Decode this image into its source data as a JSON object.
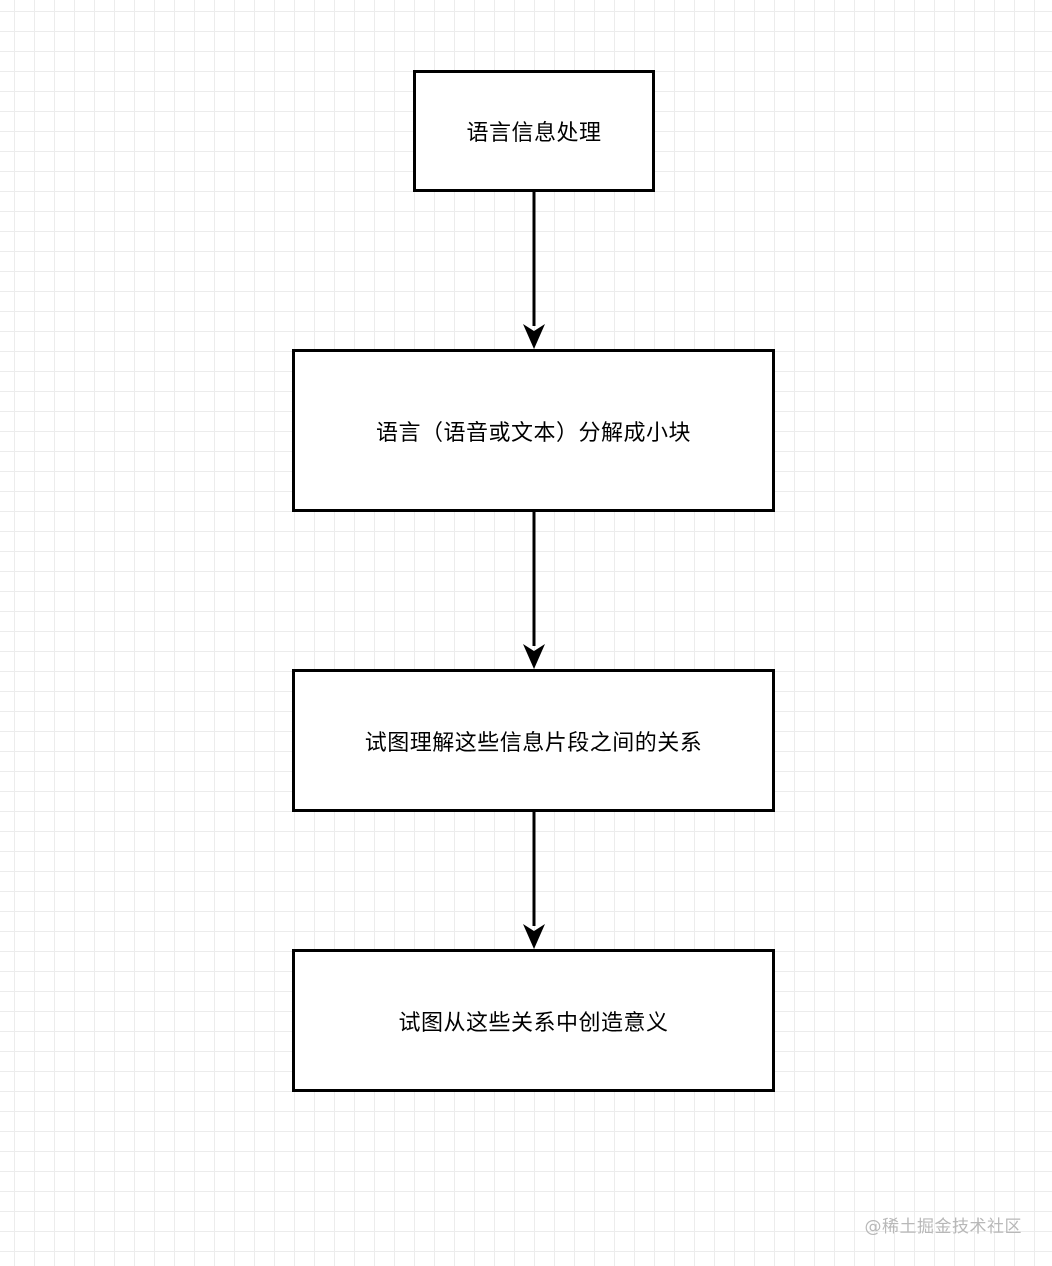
{
  "diagram": {
    "type": "flowchart",
    "direction": "top-to-bottom",
    "nodes": [
      {
        "id": "n1",
        "label": "语言信息处理"
      },
      {
        "id": "n2",
        "label": "语言（语音或文本）分解成小块"
      },
      {
        "id": "n3",
        "label": "试图理解这些信息片段之间的关系"
      },
      {
        "id": "n4",
        "label": "试图从这些关系中创造意义"
      }
    ],
    "edges": [
      {
        "from": "n1",
        "to": "n2"
      },
      {
        "from": "n2",
        "to": "n3"
      },
      {
        "from": "n3",
        "to": "n4"
      }
    ]
  },
  "watermark": "@稀土掘金技术社区",
  "colors": {
    "background": "#ffffff",
    "grid_minor": "#ececec",
    "grid_major": "#d4d4d4",
    "node_border": "#000000",
    "edge": "#000000",
    "watermark": "#b8b8b8"
  }
}
